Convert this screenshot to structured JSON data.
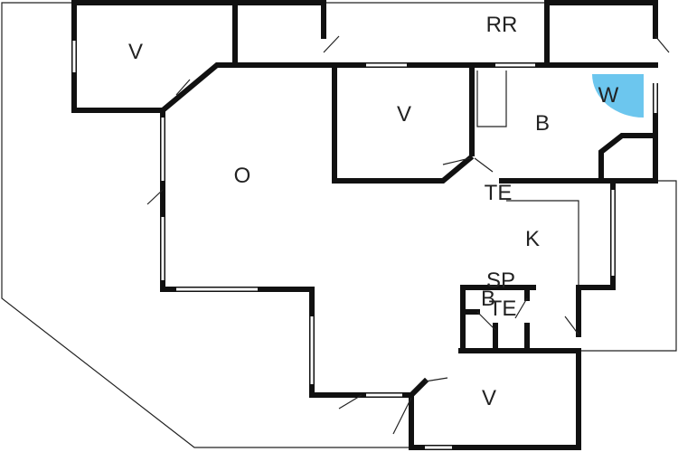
{
  "floorplan": {
    "rooms": [
      {
        "id": "v1",
        "label": "V"
      },
      {
        "id": "rr",
        "label": "RR"
      },
      {
        "id": "v2",
        "label": "V"
      },
      {
        "id": "b1",
        "label": "B"
      },
      {
        "id": "w",
        "label": "W"
      },
      {
        "id": "o",
        "label": "O"
      },
      {
        "id": "te1",
        "label": "TE"
      },
      {
        "id": "k",
        "label": "K"
      },
      {
        "id": "sp",
        "label": "SP"
      },
      {
        "id": "b2",
        "label": "B"
      },
      {
        "id": "te2",
        "label": "TE"
      },
      {
        "id": "v3",
        "label": "V"
      }
    ],
    "colors": {
      "wall": "#111111",
      "washer": "#6cc6ee",
      "outline": "#222222"
    }
  }
}
